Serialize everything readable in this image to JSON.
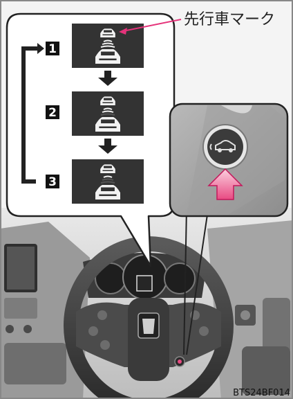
{
  "leading_vehicle_label": "先行車マーク",
  "steps": [
    "1",
    "2",
    "3"
  ],
  "figure_code": "BTS24BF014"
}
